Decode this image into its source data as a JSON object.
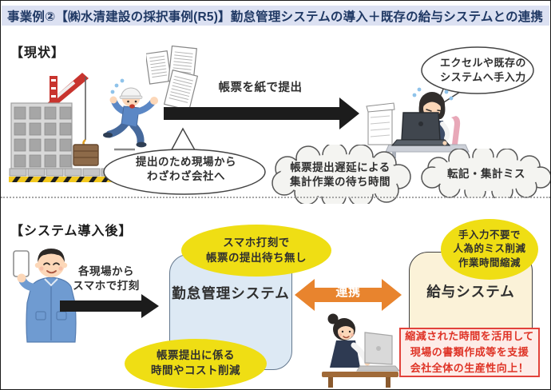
{
  "title_bar": {
    "title": "事業例②【㈱水清建設の採択事例(R5)】勤怠管理システムの導入＋既存の給与システムとの連携"
  },
  "current_section": {
    "heading": "【現状】",
    "paper_arrow_label": "帳票を紙で提出",
    "speech_manual_input": "エクセルや既存の\nシステムへ手入力",
    "speech_travel": "提出のため現場から\nわざわざ会社へ",
    "cloud_wait": "帳票提出遅延による\n集計作業の待ち時間",
    "cloud_mistake": "転記・集計ミス"
  },
  "after_section": {
    "heading": "【システム導入後】",
    "smartphone_arrow_label": "各現場から\nスマホで打刻",
    "attendance_system_label": "勤怠管理システム",
    "payroll_system_label": "給与システム",
    "link_label": "連携",
    "benefit_no_wait": "スマホ打刻で\n帳票の提出待ち無し",
    "benefit_cost": "帳票提出に係る\n時間やコスト削減",
    "benefit_no_error": "手入力不要で\n人為的ミス削減\n作業時間縮減",
    "result_note": "縮減された時間を活用して\n現場の書類作成等を支援\n会社全体の生産性向上！"
  },
  "illustrations": {
    "construction_site": "construction-crane-and-building",
    "running_worker": "running-construction-worker",
    "flying_papers": "paper-forms",
    "stressed_worker": "overworked-office-worker-at-laptop",
    "smartphone_worker": "worker-holding-smartphone",
    "office_worker": "office-worker-at-laptop"
  },
  "colors": {
    "title_bg": "#dce1f2",
    "title_text": "#1f3864",
    "text_dark": "#2f2f2f",
    "highlight_yellow": "#efde14",
    "link_orange": "#e8842e",
    "attendance_bg": "#dde9f4",
    "attendance_border": "#64788e",
    "payroll_bg": "#fbf2d8",
    "payroll_border": "#3f3f3f",
    "result_bg": "#fdece8",
    "result_border": "#e2423b",
    "result_text": "#df3326",
    "arrow_black": "#1c1c1c",
    "cloud_bg": "#f4f4f1"
  }
}
